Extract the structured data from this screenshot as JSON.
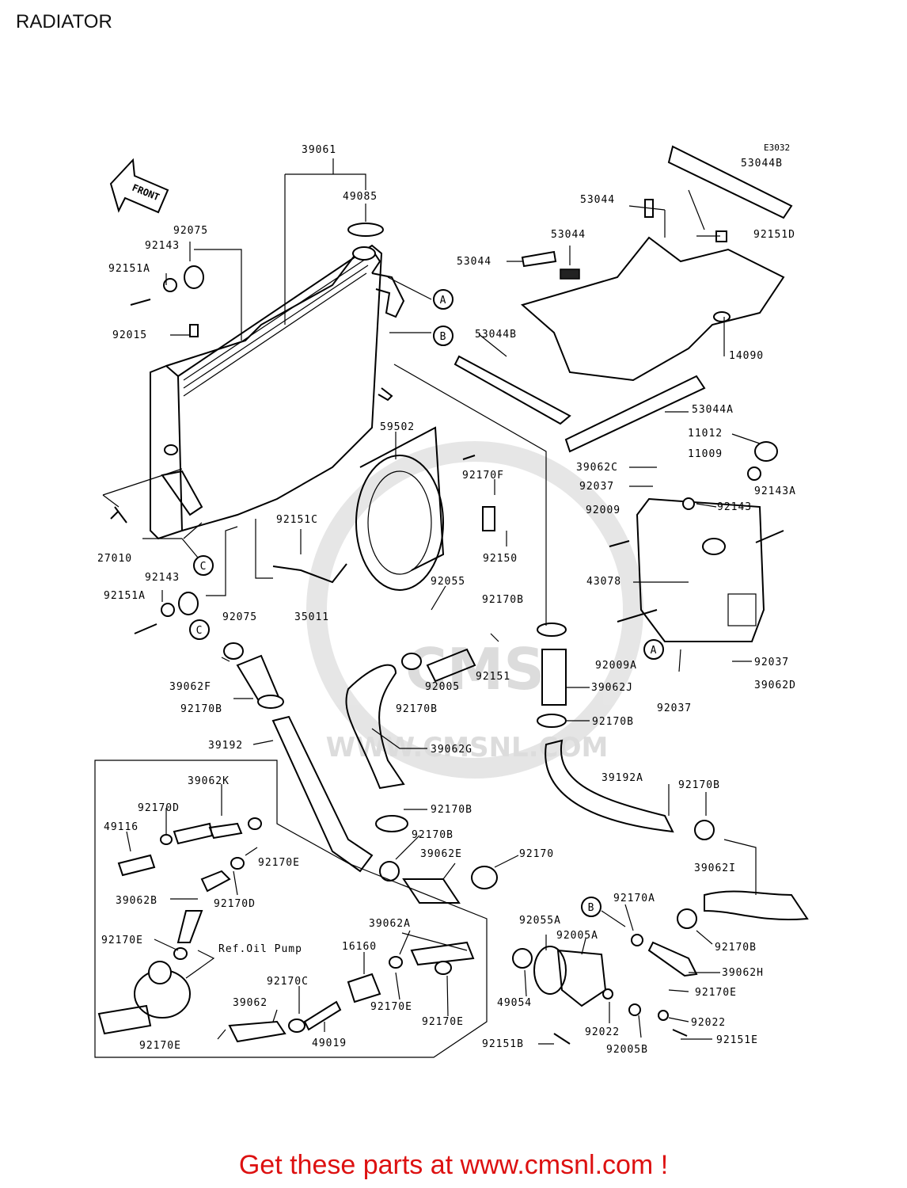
{
  "title": "RADIATOR",
  "diagram_code": "E3032",
  "front_label": "FRONT",
  "ref_note": "Ref.Oil Pump",
  "watermark": "WWW.CMSNL.COM",
  "callouts": [
    "A",
    "B",
    "C"
  ],
  "labels": [
    "39061",
    "49085",
    "92075",
    "92143",
    "92151A",
    "92015",
    "27010",
    "92143",
    "92151A",
    "92075",
    "92151C",
    "35011",
    "59502",
    "92170F",
    "92150",
    "92055",
    "92170B",
    "92151",
    "92005",
    "92170B",
    "39062G",
    "92170B",
    "92170B",
    "39062E",
    "92170",
    "39062F",
    "92170B",
    "39192",
    "39062J",
    "92170B",
    "39192A",
    "92170B",
    "39062I",
    "92170A",
    "92055A",
    "92005A",
    "92170B",
    "39062H",
    "92170E",
    "92022",
    "92151E",
    "92022",
    "92005B",
    "92151B",
    "49054",
    "53044B",
    "53044",
    "53044",
    "53044",
    "92151D",
    "53044B",
    "14090",
    "53044A",
    "11012",
    "11009",
    "39062C",
    "92037",
    "92009",
    "92143",
    "92143A",
    "43078",
    "92009A",
    "92037",
    "39062D",
    "92037",
    "39062K",
    "92170D",
    "49116",
    "92170E",
    "39062B",
    "92170D",
    "92170E",
    "39062A",
    "16160",
    "92170C",
    "39062",
    "92170E",
    "92170E",
    "92170E",
    "49019"
  ],
  "footer": "Get these parts at www.cmsnl.com !"
}
